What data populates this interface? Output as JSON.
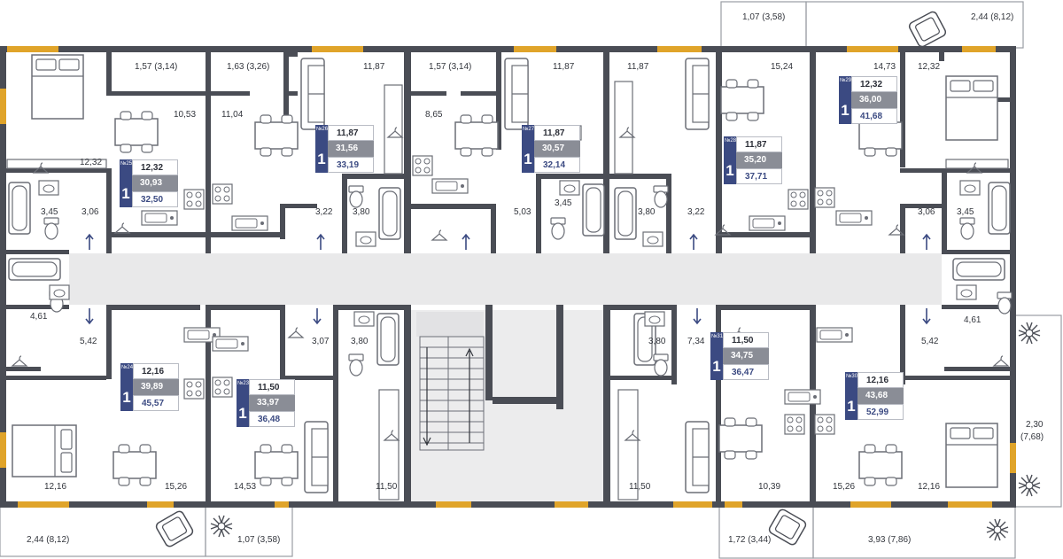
{
  "colors": {
    "wall": "#4a4d55",
    "window": "#e0a42a",
    "corridor": "#e9e9ea",
    "card_accent": "#3b4a82",
    "card_mid": "#8a8d96"
  },
  "icons": [
    "bed-icon",
    "sofa-icon",
    "dining-table-icon",
    "kitchen-stove-icon",
    "sink-icon",
    "bathtub-icon",
    "toilet-icon",
    "wardrobe-hanger-icon",
    "armchair-icon",
    "plant-icon",
    "entrance-arrow-icon",
    "stairs-icon"
  ],
  "areas": {
    "a01": "1,07 (3,58)",
    "a02": "2,44 (8,12)",
    "a03": "1,57 (3,14)",
    "a04": "1,63 (3,26)",
    "a05": "11,87",
    "a06": "1,57 (3,14)",
    "a07": "11,87",
    "a08": "11,87",
    "a09": "15,24",
    "a10": "14,73",
    "a11": "12,32",
    "a12": "10,53",
    "a13": "11,04",
    "a14": "8,65",
    "a15": "12,32",
    "a16": "3,45",
    "a17": "3,06",
    "a18": "3,22",
    "a19": "3,80",
    "a20": "5,03",
    "a21": "3,45",
    "a22": "3,80",
    "a23": "3,22",
    "a24": "3,06",
    "a25": "3,45",
    "a26": "4,61",
    "a27": "5,42",
    "a28": "3,07",
    "a29": "3,80",
    "a30": "3,80",
    "a31": "7,34",
    "a32": "5,42",
    "a33": "4,61",
    "a34": "12,16",
    "a35": "15,26",
    "a36": "14,53",
    "a37": "11,50",
    "a38": "11,50",
    "a39": "10,39",
    "a40": "15,26",
    "a41": "12,16",
    "a42": "2,30",
    "a43": "(7,68)",
    "a44": "2,44 (8,12)",
    "a45": "1,07 (3,58)",
    "a46": "1,72 (3,44)",
    "a47": "3,93 (7,86)"
  },
  "cards": {
    "c25": {
      "number": "№25",
      "rooms": "1",
      "living": "12,32",
      "total": "30,93",
      "total_balcony": "32,50"
    },
    "c26": {
      "number": "№26",
      "rooms": "1",
      "living": "11,87",
      "total": "31,56",
      "total_balcony": "33,19"
    },
    "c27": {
      "number": "№27",
      "rooms": "1",
      "living": "11,87",
      "total": "30,57",
      "total_balcony": "32,14"
    },
    "c28": {
      "number": "№28",
      "rooms": "1",
      "living": "11,87",
      "total": "35,20",
      "total_balcony": "37,71"
    },
    "c29": {
      "number": "№29",
      "rooms": "1",
      "living": "12,32",
      "total": "36,00",
      "total_balcony": "41,68"
    },
    "c24": {
      "number": "№24",
      "rooms": "1",
      "living": "12,16",
      "total": "39,89",
      "total_balcony": "45,57"
    },
    "c23": {
      "number": "№23",
      "rooms": "1",
      "living": "11,50",
      "total": "33,97",
      "total_balcony": "36,48"
    },
    "c31": {
      "number": "№31",
      "rooms": "1",
      "living": "11,50",
      "total": "34,75",
      "total_balcony": "36,47"
    },
    "c30": {
      "number": "№30",
      "rooms": "1",
      "living": "12,16",
      "total": "43,68",
      "total_balcony": "52,99"
    }
  }
}
